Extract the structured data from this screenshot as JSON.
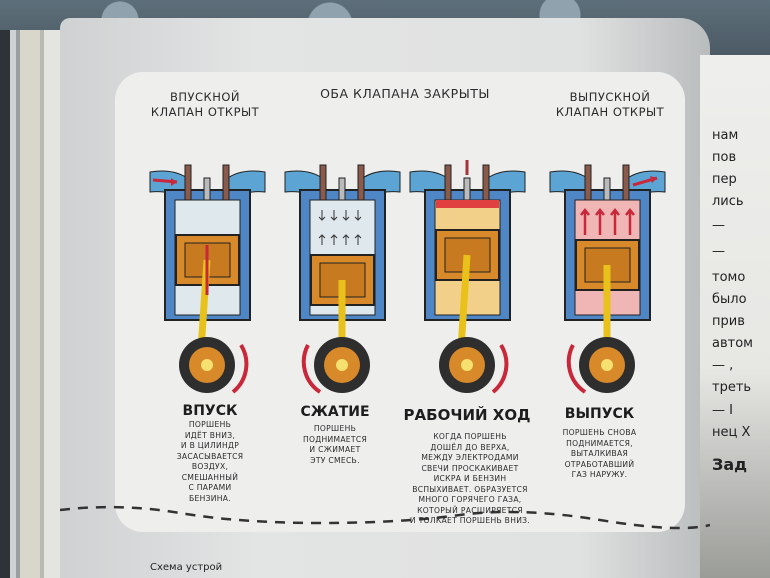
{
  "headers": {
    "intake_valve": "ВПУСКНОЙ КЛАПАН ОТКРЫТ",
    "both_closed": "ОБА КЛАПАНА ЗАКРЫТЫ",
    "exhaust_valve": "ВЫПУСКНОЙ КЛАПАН ОТКРЫТ"
  },
  "stages": [
    {
      "title": "ВПУСК",
      "text": "ПОРШЕНЬ\nИДЁТ ВНИЗ,\nИ В ЦИЛИНДР\nЗАСАСЫВАЕТСЯ\nВОЗДУХ,\nСМЕШАННЫЙ\nС ПАРАМИ\nБЕНЗИНА."
    },
    {
      "title": "СЖАТИЕ",
      "text": "ПОРШЕНЬ\nПОДНИМАЕТСЯ\nИ СЖИМАЕТ\nЭТУ СМЕСЬ."
    },
    {
      "title": "РАБОЧИЙ ХОД",
      "text": "КОГДА ПОРШЕНЬ\nДОШЁЛ ДО ВЕРХА,\nМЕЖДУ ЭЛЕКТРОДАМИ\nСВЕЧИ ПРОСКАКИВАЕТ\nИСКРА И БЕНЗИН\nВСПЫХИВАЕТ. ОБРАЗУЕТСЯ\nМНОГО ГОРЯЧЕГО ГАЗА,\nКОТОРЫЙ РАСШИРЯЕТСЯ\nИ ТОЛКАЕТ ПОРШЕНЬ ВНИЗ."
    },
    {
      "title": "ВЫПУСК",
      "text": "ПОРШЕНЬ СНОВА\nПОДНИМАЕТСЯ,\nВЫТАЛКИВАЯ\nОТРАБОТАВШИЙ\nГАЗ НАРУЖУ."
    }
  ],
  "right_page_lines": [
    "нам",
    "пов",
    "пер",
    "лись",
    "—",
    "—",
    "томо",
    "было",
    "прив",
    "автом",
    "— ,",
    "треть",
    "— I",
    "нец Х",
    "Зад"
  ],
  "caption": "Схема устрой",
  "colors": {
    "cylinder": "#4f86c6",
    "port": "#5ba4d4",
    "piston": "#d88a2a",
    "rod": "#e8c21a",
    "arrow": "#c8283a",
    "crank": "#2e2e2e",
    "spark": "#a8323c"
  }
}
